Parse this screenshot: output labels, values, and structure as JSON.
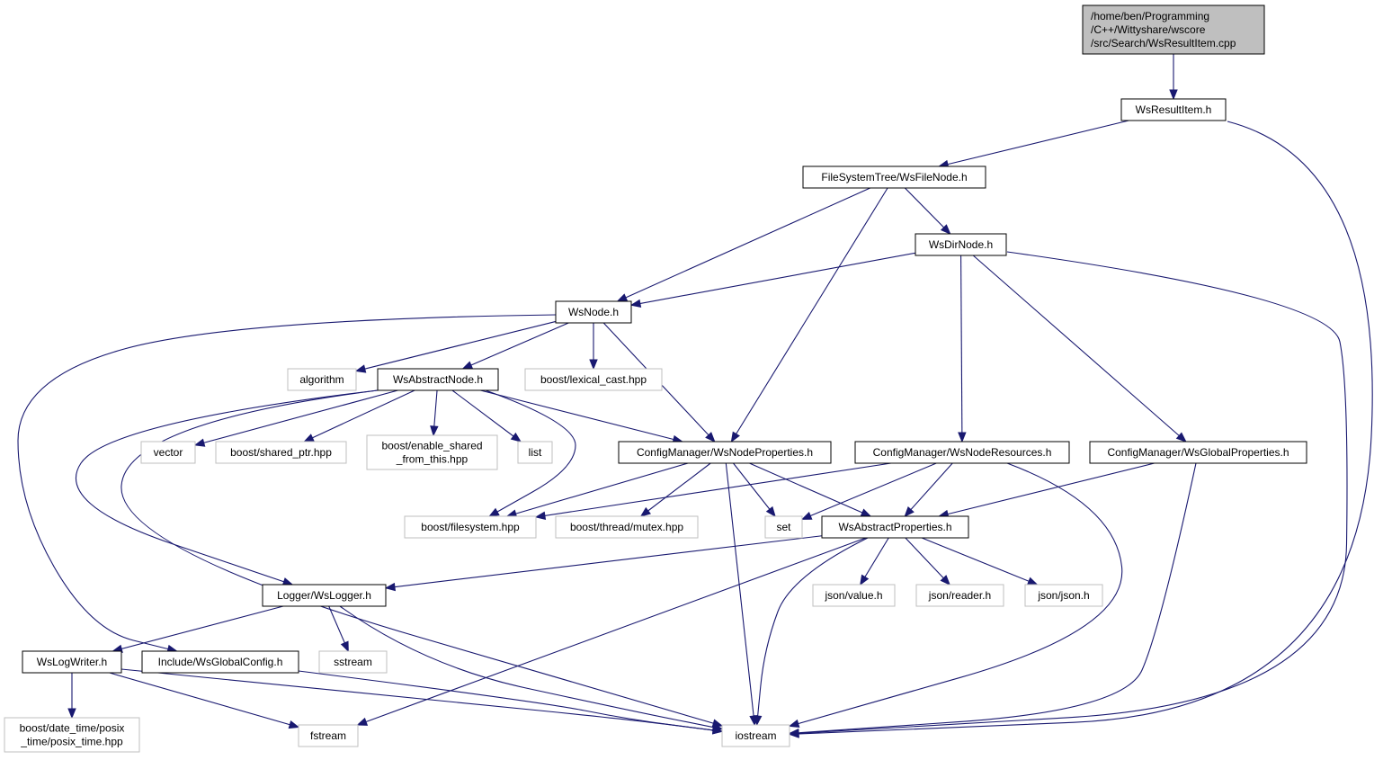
{
  "colors": {
    "edge": "#191970",
    "root_fill": "#bfbfbf",
    "project_stroke": "#000000",
    "external_stroke": "#bfbfbf"
  },
  "nodes": {
    "root": {
      "lines": [
        "/home/ben/Programming",
        "/C++/Wittyshare/wscore",
        "/src/Search/WsResultItem.cpp"
      ],
      "kind": "root"
    },
    "ws_result_item": {
      "lines": [
        "WsResultItem.h"
      ],
      "kind": "project"
    },
    "ws_file_node": {
      "lines": [
        "FileSystemTree/WsFileNode.h"
      ],
      "kind": "project"
    },
    "ws_dir_node": {
      "lines": [
        "WsDirNode.h"
      ],
      "kind": "project"
    },
    "ws_node": {
      "lines": [
        "WsNode.h"
      ],
      "kind": "project"
    },
    "algorithm": {
      "lines": [
        "algorithm"
      ],
      "kind": "external"
    },
    "ws_abstract_node": {
      "lines": [
        "WsAbstractNode.h"
      ],
      "kind": "project"
    },
    "lexical_cast": {
      "lines": [
        "boost/lexical_cast.hpp"
      ],
      "kind": "external"
    },
    "vector": {
      "lines": [
        "vector"
      ],
      "kind": "external"
    },
    "shared_ptr": {
      "lines": [
        "boost/shared_ptr.hpp"
      ],
      "kind": "external"
    },
    "enable_shared": {
      "lines": [
        "boost/enable_shared",
        "_from_this.hpp"
      ],
      "kind": "external"
    },
    "list": {
      "lines": [
        "list"
      ],
      "kind": "external"
    },
    "node_properties": {
      "lines": [
        "ConfigManager/WsNodeProperties.h"
      ],
      "kind": "project"
    },
    "node_resources": {
      "lines": [
        "ConfigManager/WsNodeResources.h"
      ],
      "kind": "project"
    },
    "global_properties": {
      "lines": [
        "ConfigManager/WsGlobalProperties.h"
      ],
      "kind": "project"
    },
    "filesystem": {
      "lines": [
        "boost/filesystem.hpp"
      ],
      "kind": "external"
    },
    "mutex": {
      "lines": [
        "boost/thread/mutex.hpp"
      ],
      "kind": "external"
    },
    "set": {
      "lines": [
        "set"
      ],
      "kind": "external"
    },
    "abstract_properties": {
      "lines": [
        "WsAbstractProperties.h"
      ],
      "kind": "project"
    },
    "logger": {
      "lines": [
        "Logger/WsLogger.h"
      ],
      "kind": "project"
    },
    "json_value": {
      "lines": [
        "json/value.h"
      ],
      "kind": "external"
    },
    "json_reader": {
      "lines": [
        "json/reader.h"
      ],
      "kind": "external"
    },
    "json_json": {
      "lines": [
        "json/json.h"
      ],
      "kind": "external"
    },
    "log_writer": {
      "lines": [
        "WsLogWriter.h"
      ],
      "kind": "project"
    },
    "global_config": {
      "lines": [
        "Include/WsGlobalConfig.h"
      ],
      "kind": "project"
    },
    "sstream": {
      "lines": [
        "sstream"
      ],
      "kind": "external"
    },
    "posix_time": {
      "lines": [
        "boost/date_time/posix",
        "_time/posix_time.hpp"
      ],
      "kind": "external"
    },
    "fstream": {
      "lines": [
        "fstream"
      ],
      "kind": "external"
    },
    "iostream": {
      "lines": [
        "iostream"
      ],
      "kind": "external"
    }
  },
  "edges": [
    [
      "root",
      "ws_result_item"
    ],
    [
      "ws_result_item",
      "ws_file_node"
    ],
    [
      "ws_result_item",
      "iostream"
    ],
    [
      "ws_file_node",
      "ws_dir_node"
    ],
    [
      "ws_file_node",
      "ws_node"
    ],
    [
      "ws_file_node",
      "node_properties"
    ],
    [
      "ws_dir_node",
      "ws_node"
    ],
    [
      "ws_dir_node",
      "node_resources"
    ],
    [
      "ws_dir_node",
      "global_properties"
    ],
    [
      "ws_dir_node",
      "iostream"
    ],
    [
      "ws_node",
      "algorithm"
    ],
    [
      "ws_node",
      "ws_abstract_node"
    ],
    [
      "ws_node",
      "lexical_cast"
    ],
    [
      "ws_node",
      "node_properties"
    ],
    [
      "ws_node",
      "global_config"
    ],
    [
      "ws_abstract_node",
      "vector"
    ],
    [
      "ws_abstract_node",
      "shared_ptr"
    ],
    [
      "ws_abstract_node",
      "enable_shared"
    ],
    [
      "ws_abstract_node",
      "list"
    ],
    [
      "ws_abstract_node",
      "node_properties"
    ],
    [
      "ws_abstract_node",
      "filesystem"
    ],
    [
      "ws_abstract_node",
      "logger"
    ],
    [
      "ws_abstract_node",
      "iostream"
    ],
    [
      "node_properties",
      "filesystem"
    ],
    [
      "node_properties",
      "mutex"
    ],
    [
      "node_properties",
      "set"
    ],
    [
      "node_properties",
      "abstract_properties"
    ],
    [
      "node_properties",
      "iostream"
    ],
    [
      "node_resources",
      "filesystem"
    ],
    [
      "node_resources",
      "set"
    ],
    [
      "node_resources",
      "abstract_properties"
    ],
    [
      "node_resources",
      "iostream"
    ],
    [
      "global_properties",
      "abstract_properties"
    ],
    [
      "global_properties",
      "iostream"
    ],
    [
      "abstract_properties",
      "logger"
    ],
    [
      "abstract_properties",
      "json_value"
    ],
    [
      "abstract_properties",
      "json_reader"
    ],
    [
      "abstract_properties",
      "json_json"
    ],
    [
      "abstract_properties",
      "fstream"
    ],
    [
      "abstract_properties",
      "iostream"
    ],
    [
      "logger",
      "log_writer"
    ],
    [
      "logger",
      "sstream"
    ],
    [
      "logger",
      "iostream"
    ],
    [
      "log_writer",
      "posix_time"
    ],
    [
      "log_writer",
      "fstream"
    ],
    [
      "log_writer",
      "iostream"
    ],
    [
      "global_config",
      "iostream"
    ]
  ]
}
